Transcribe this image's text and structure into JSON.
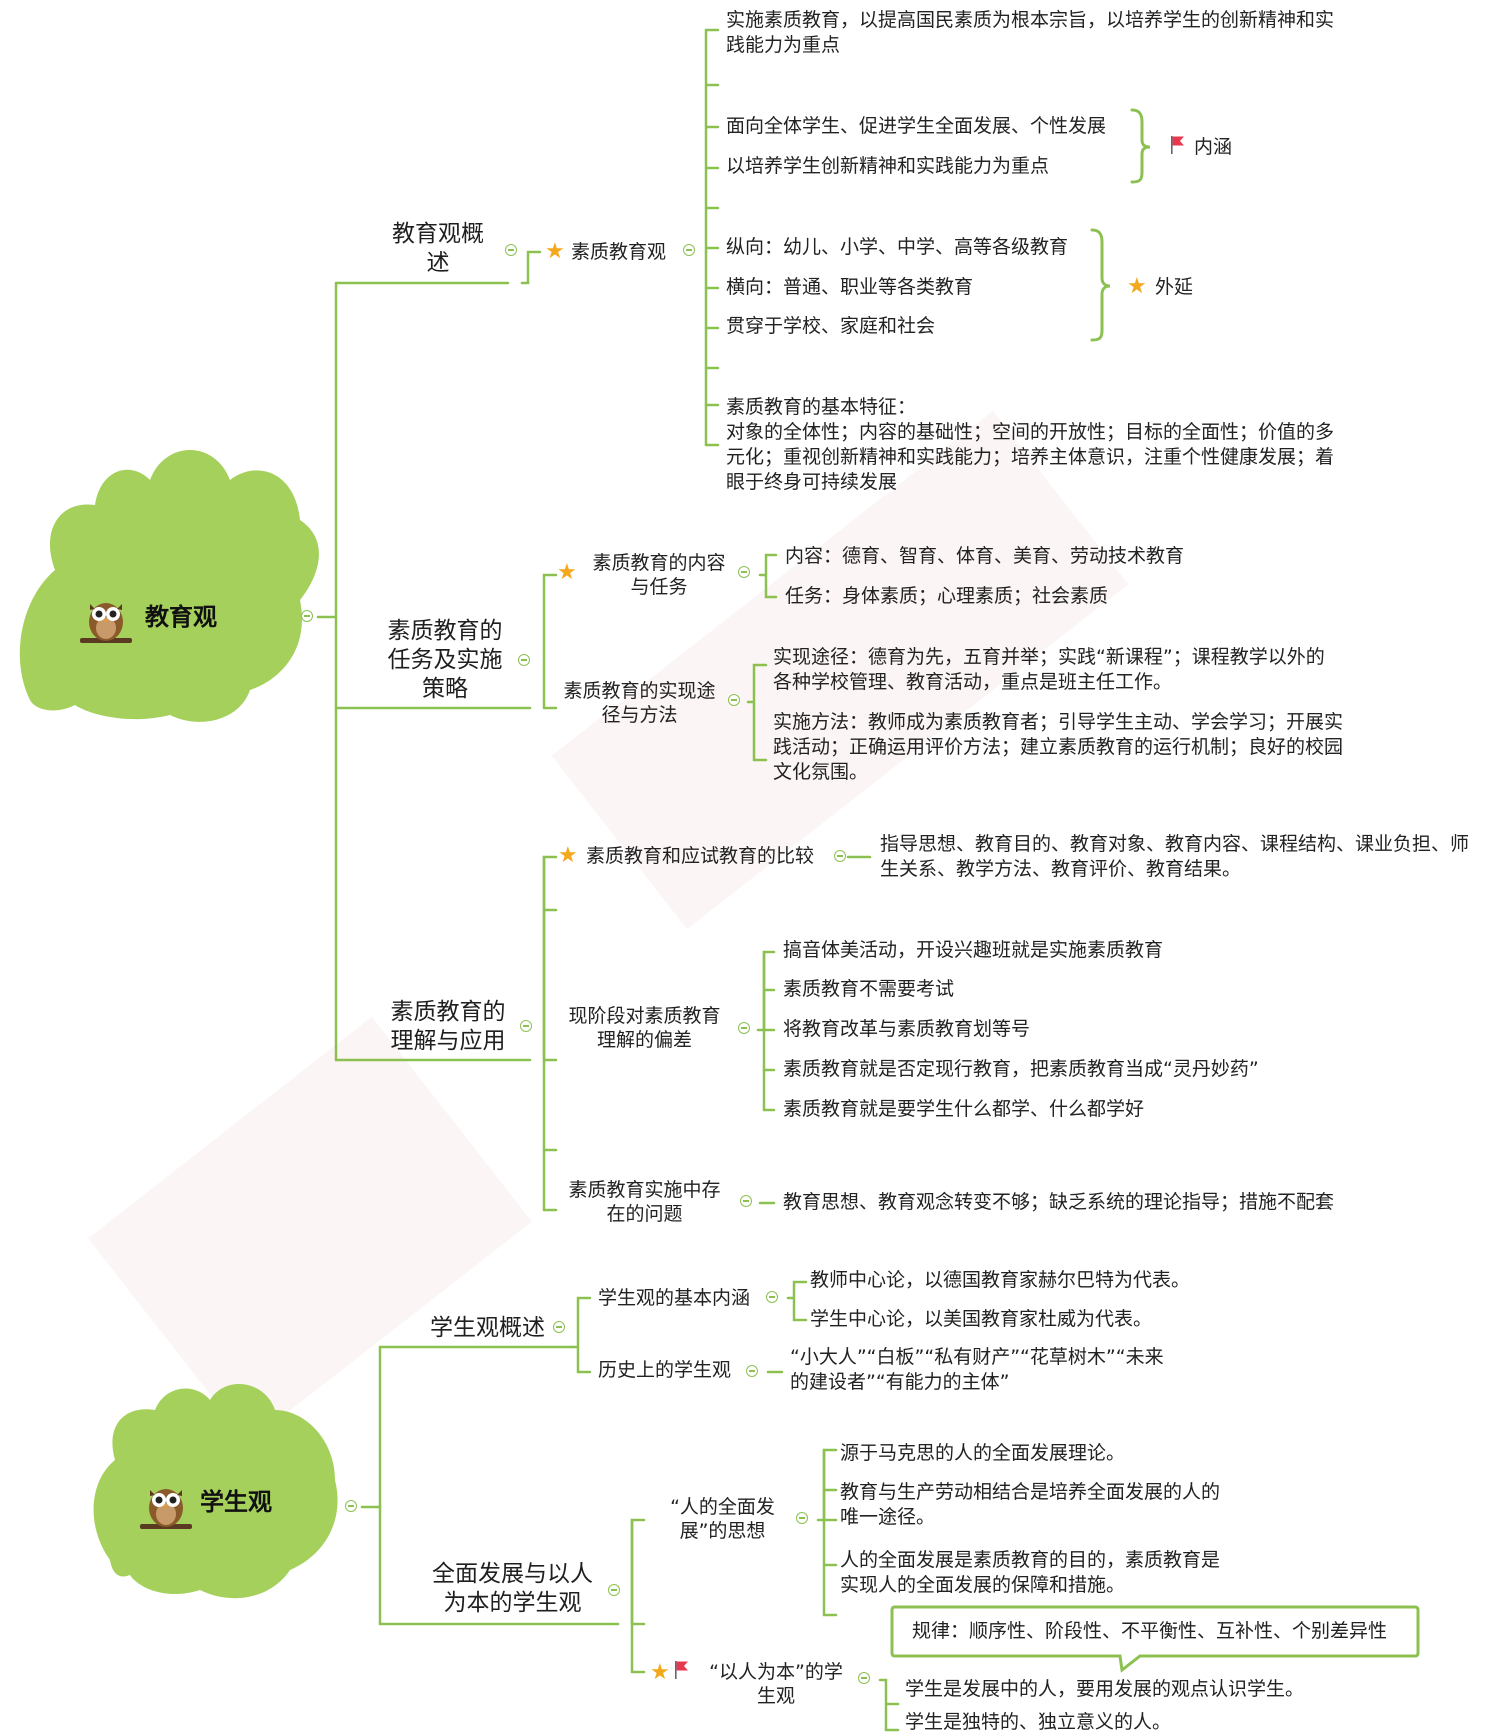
{
  "roots": {
    "jiaoyuguan": "教育观",
    "xueshengguan": "学生观"
  },
  "jy": {
    "b1": {
      "label": "教育观概述",
      "sub": "素质教育观",
      "items": [
        "实施素质教育，以提高国民素质为根本宗旨，以培养学生的创新精神和实践能力为重点",
        "面向全体学生、促进学生全面发展、个性发展",
        "以培养学生创新精神和实践能力为重点",
        "纵向：幼儿、小学、中学、高等各级教育",
        "横向：普通、职业等各类教育",
        "贯穿于学校、家庭和社会",
        "素质教育的基本特征：\n对象的全体性；内容的基础性；空间的开放性；目标的全面性；价值的多元化；重视创新精神和实践能力；培养主体意识，注重个性健康发展；着眼于终身可持续发展"
      ],
      "tag_neihan": "内涵",
      "tag_waiyan": "外延"
    },
    "b2": {
      "label": "素质教育的任务及实施策略",
      "sub1": "素质教育的内容与任务",
      "sub1_items": [
        "内容：德育、智育、体育、美育、劳动技术教育",
        "任务：身体素质；心理素质；社会素质"
      ],
      "sub2": "素质教育的实现途径与方法",
      "sub2_items": [
        "实现途径：德育为先，五育并举；实践“新课程”；课程教学以外的各种学校管理、教育活动，重点是班主任工作。",
        "实施方法：教师成为素质教育者；引导学生主动、学会学习；开展实践活动；正确运用评价方法；建立素质教育的运行机制；良好的校园文化氛围。"
      ]
    },
    "b3": {
      "label": "素质教育的理解与应用",
      "sub1": "素质教育和应试教育的比较",
      "sub1_item": "指导思想、教育目的、教育对象、教育内容、课程结构、课业负担、师生关系、教学方法、教育评价、教育结果。",
      "sub2": "现阶段对素质教育理解的偏差",
      "sub2_items": [
        "搞音体美活动，开设兴趣班就是实施素质教育",
        "素质教育不需要考试",
        "将教育改革与素质教育划等号",
        "素质教育就是否定现行教育，把素质教育当成“灵丹妙药”",
        "素质教育就是要学生什么都学、什么都学好"
      ],
      "sub3": "素质教育实施中存在的问题",
      "sub3_item": "教育思想、教育观念转变不够；缺乏系统的理论指导；措施不配套"
    }
  },
  "xs": {
    "b1": {
      "label": "学生观概述",
      "sub1": "学生观的基本内涵",
      "sub1_items": [
        "教师中心论，以德国教育家赫尔巴特为代表。",
        "学生中心论，以美国教育家杜威为代表。"
      ],
      "sub2": "历史上的学生观",
      "sub2_item": "“小大人”“白板”“私有财产”“花草树木”“未来的建设者”“有能力的主体”"
    },
    "b2": {
      "label": "全面发展与以人为本的学生观",
      "sub1": "“人的全面发展”的思想",
      "sub1_items": [
        "源于马克思的人的全面发展理论。",
        "教育与生产劳动相结合是培养全面发展的人的唯一途径。",
        "人的全面发展是素质教育的目的，素质教育是实现人的全面发展的保障和措施。"
      ],
      "sub2": "“以人为本”的学生观",
      "callout": "规律：顺序性、阶段性、不平衡性、互补性、个别差异性",
      "sub2_items": [
        "学生是发展中的人，要用发展的观点认识学生。",
        "学生是独特的、独立意义的人。"
      ]
    }
  },
  "colors": {
    "line": "#8cc152",
    "leaf": "#a5d05c",
    "star": "#f4a81c",
    "flag": "#e8384f"
  }
}
